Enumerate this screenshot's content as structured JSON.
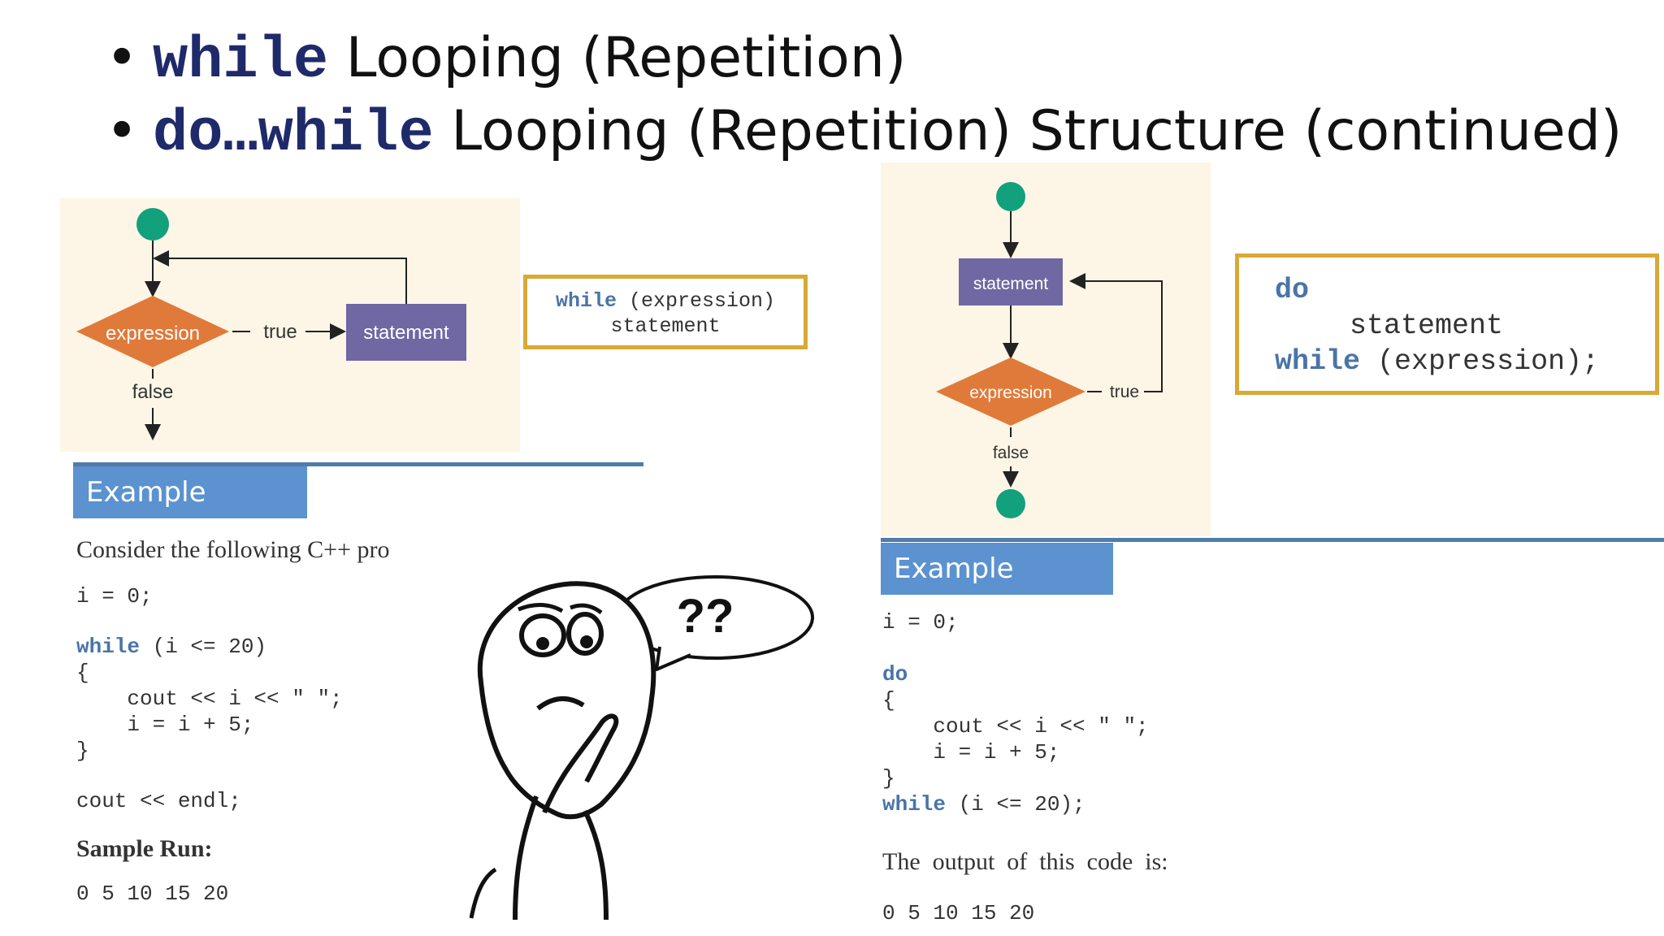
{
  "bullets": [
    {
      "keyword": "while",
      "text": "Looping (Repetition)"
    },
    {
      "keyword": "do…while",
      "text": "Looping (Repetition) Structure (continued)"
    }
  ],
  "while_flowchart": {
    "expression": "expression",
    "statement": "statement",
    "true": "true",
    "false": "false"
  },
  "while_syntax": {
    "line1_kw": "while",
    "line1_rest": "(expression)",
    "line2": "statement"
  },
  "dowhile_flowchart": {
    "expression": "expression",
    "statement": "statement",
    "true": "true",
    "false": "false"
  },
  "dowhile_syntax": {
    "line1_kw": "do",
    "line2": "statement",
    "line3_kw": "while",
    "line3_rest": "(expression);"
  },
  "left_example": {
    "heading": "Example",
    "intro": "Consider the following C++ pro",
    "code": {
      "l1": "i = 0;",
      "l2_kw": "while",
      "l2_rest": " (i <= 20)",
      "l3": "{",
      "l4": "    cout << i << \" \";",
      "l5": "    i = i + 5;",
      "l6": "}",
      "l7": "cout << endl;"
    },
    "sample_run_label": "Sample Run:",
    "output": "0 5 10 15 20"
  },
  "meme": {
    "speech": "??"
  },
  "right_example": {
    "heading": "Example",
    "code": {
      "l1": "i = 0;",
      "l2_kw": "do",
      "l3": "{",
      "l4": "    cout << i << \" \";",
      "l5": "    i = i + 5;",
      "l6": "}",
      "l7_kw": "while",
      "l7_rest": " (i <= 20);"
    },
    "output_label": "The  output  of  this  code  is:",
    "output": "0 5 10 15 20"
  },
  "colors": {
    "node": "#13a07c",
    "diamond": "#e07a3a",
    "statement": "#6f68a3",
    "frame": "#d8a935",
    "example": "#5b92cf",
    "keyword": "#4a74a8",
    "title_keyword": "#1f2a6b"
  }
}
